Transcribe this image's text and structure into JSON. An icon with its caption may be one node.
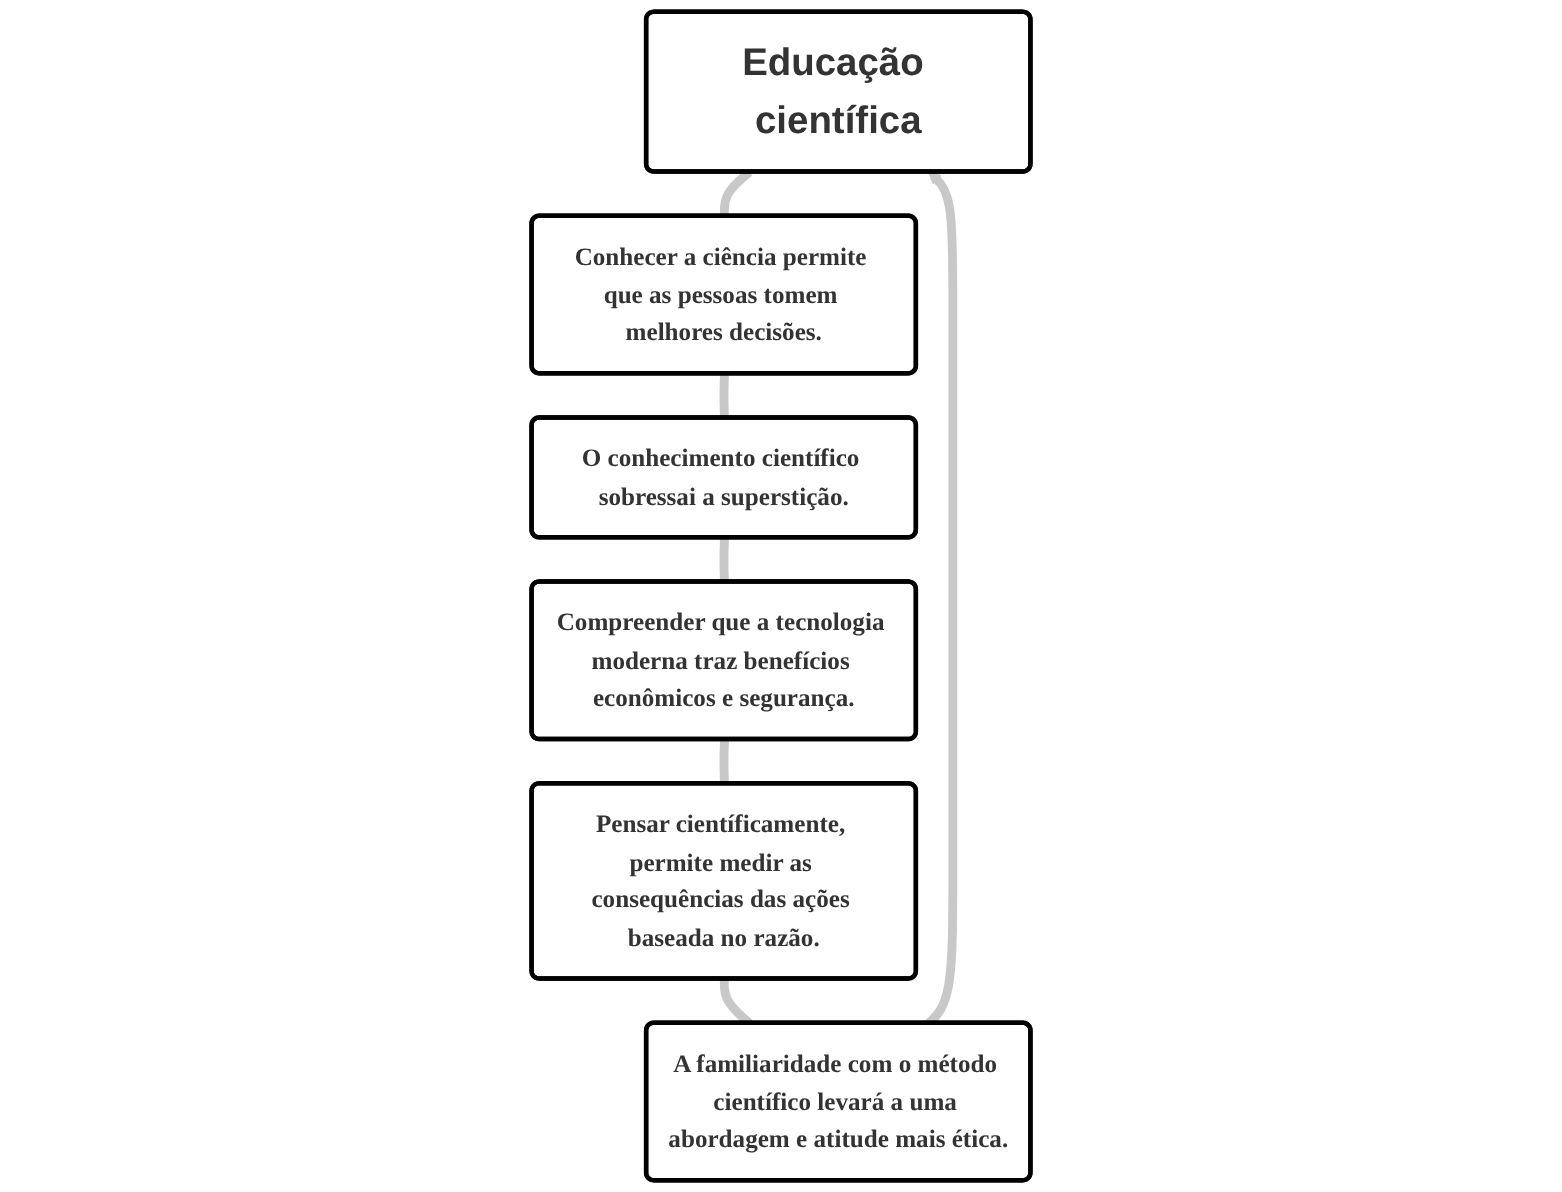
{
  "diagram": {
    "nodes": [
      {
        "text": [
          "Educação científica"
        ]
      },
      {
        "text": [
          "Conhecer a ciência permite que as pessoas tomem melhores decisões."
        ]
      },
      {
        "text": [
          "O conhecimento científico sobressai a superstição."
        ]
      },
      {
        "text": [
          "Compreender que a tecnologia moderna traz benefícios econômicos e segurança."
        ]
      },
      {
        "text": [
          "Pensar científicamente, permite medir as consequências das ações baseada no razão."
        ]
      },
      {
        "text": [
          "A familiaridade com o método científico levará a uma abordagem e atitude mais ética."
        ]
      }
    ],
    "edges": [
      {
        "from": 0,
        "to": 1,
        "arrow": "none",
        "color": "#c8c8c8"
      },
      {
        "from": 1,
        "to": 2,
        "arrow": "none",
        "color": "#c8c8c8"
      },
      {
        "from": 2,
        "to": 3,
        "arrow": "none",
        "color": "#c8c8c8"
      },
      {
        "from": 3,
        "to": 4,
        "arrow": "none",
        "color": "#c8c8c8"
      },
      {
        "from": 4,
        "to": 5,
        "arrow": "none",
        "color": "#c8c8c8"
      },
      {
        "from": 5,
        "to": 0,
        "arrow": "to",
        "color": "#c8c8c8"
      }
    ]
  }
}
